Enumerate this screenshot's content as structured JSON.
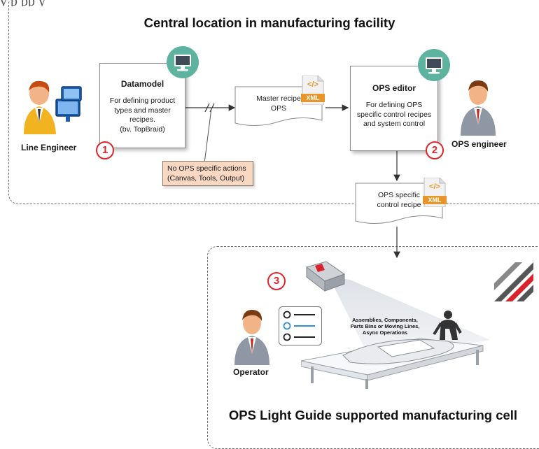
{
  "top_region": {
    "cut_text": "y    p    pp     y",
    "title": "Central location in manufacturing facility"
  },
  "datamodel": {
    "title": "Datamodel",
    "description_1": "For defining product",
    "description_2": "types and master",
    "description_3": "recipes.",
    "description_4": "(bv. TopBraid)"
  },
  "master_recipe": {
    "line1": "Master recipe",
    "line2": "OPS"
  },
  "ops_editor": {
    "title": "OPS editor",
    "description_1": "For defining OPS",
    "description_2": "specific control recipes",
    "description_3": "and system control"
  },
  "note": {
    "line1": "No OPS specific actions",
    "line2": "(Canvas, Tools, Output)"
  },
  "control_recipe": {
    "line1": "OPS specific",
    "line2": "control recipe"
  },
  "xml_label": "XML",
  "xml_code": "</>",
  "roles": {
    "line_engineer": "Line Engineer",
    "ops_engineer": "OPS engineer",
    "operator": "Operator"
  },
  "badges": {
    "one": "1",
    "two": "2",
    "three": "3"
  },
  "projection": {
    "line1": "Assemblies, Components,",
    "line2": "Parts Bins or Moving Lines,",
    "line3": "Async Operations"
  },
  "bottom_title": "OPS Light Guide supported manufacturing cell",
  "colors": {
    "badge_red": "#e0262c",
    "monitor_teal": "#5db3a0",
    "xml_orange": "#e8962a",
    "note_fill": "#f9d8c3",
    "operator_blue": "#2f8fd8"
  },
  "icons": [
    "monitor-icon",
    "xml-file-icon",
    "checklist-icon",
    "projector-icon",
    "logo-icon",
    "person-icon"
  ]
}
